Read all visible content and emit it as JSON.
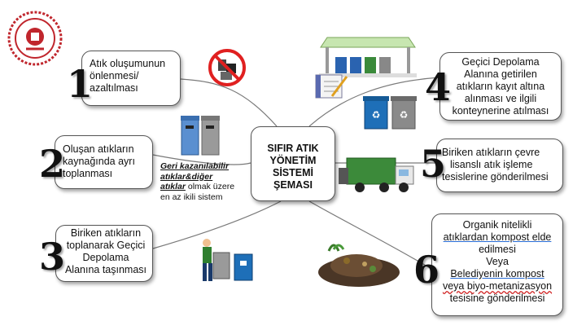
{
  "title": [
    "SIFIR ATIK",
    "YÖNETİM",
    "SİSTEMİ",
    "ŞEMASI"
  ],
  "steps": [
    {
      "number": "1",
      "lines": [
        "Atık oluşumunun",
        "önlenmesi/",
        "azaltılması"
      ]
    },
    {
      "number": "2",
      "lines": [
        "Oluşan atıkların",
        "kaynağında ayrı",
        "toplanması"
      ]
    },
    {
      "number": "3",
      "lines": [
        "Biriken atıkların",
        "toplanarak Geçici",
        "Depolama",
        "Alanına taşınması"
      ]
    },
    {
      "number": "4",
      "lines": [
        "Geçici Depolama",
        "Alanına getirilen",
        "atıkların kayıt altına",
        "alınması ve ilgili",
        "konteynerine atılması"
      ]
    },
    {
      "number": "5",
      "lines": [
        "Biriken atıkların çevre",
        "lisanslı atık işleme",
        "tesislerine gönderilmesi"
      ]
    },
    {
      "number": "6",
      "lines": [
        "Organik nitelikli",
        "atıklardan kompost elde",
        "edilmesi",
        "Veya",
        "Belediyenin kompost",
        "veya biyo-metanizasyon",
        "tesisine gönderilmesi"
      ]
    }
  ],
  "note": {
    "line1": "Geri kazanılabilir",
    "line2a": "atıklar&diğer",
    "line3a": "atıklar",
    "line3b": " olmak üzere",
    "line4": "en az ikili sistem"
  },
  "colors": {
    "connector": "#7a7a7a",
    "bin_blue": "#1e6fb8",
    "bin_grey": "#8a8a8a",
    "seal_red": "#c0262d",
    "truck_green": "#3c8a3a"
  }
}
